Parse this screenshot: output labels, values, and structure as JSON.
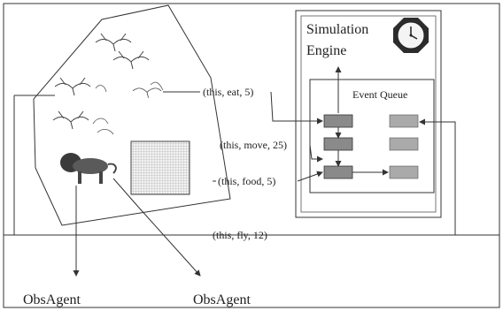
{
  "engine": {
    "title_line1": "Simulation",
    "title_line2": "Engine",
    "icon": "clock-icon",
    "queue_label": "Event Queue"
  },
  "events": [
    {
      "label": "(this, eat, 5)"
    },
    {
      "label": "(this, move, 25)"
    },
    {
      "label": "(this, food, 5)"
    },
    {
      "label": "(this, fly, 12)"
    }
  ],
  "observers": [
    {
      "label": "ObsAgent"
    },
    {
      "label": "ObsAgent"
    }
  ],
  "agents": [
    {
      "icon": "bird-icon"
    },
    {
      "icon": "bird-icon"
    },
    {
      "icon": "bird-icon"
    },
    {
      "icon": "bird-icon"
    },
    {
      "icon": "bird-icon"
    },
    {
      "icon": "lion-icon"
    },
    {
      "icon": "food-grid-icon"
    }
  ]
}
